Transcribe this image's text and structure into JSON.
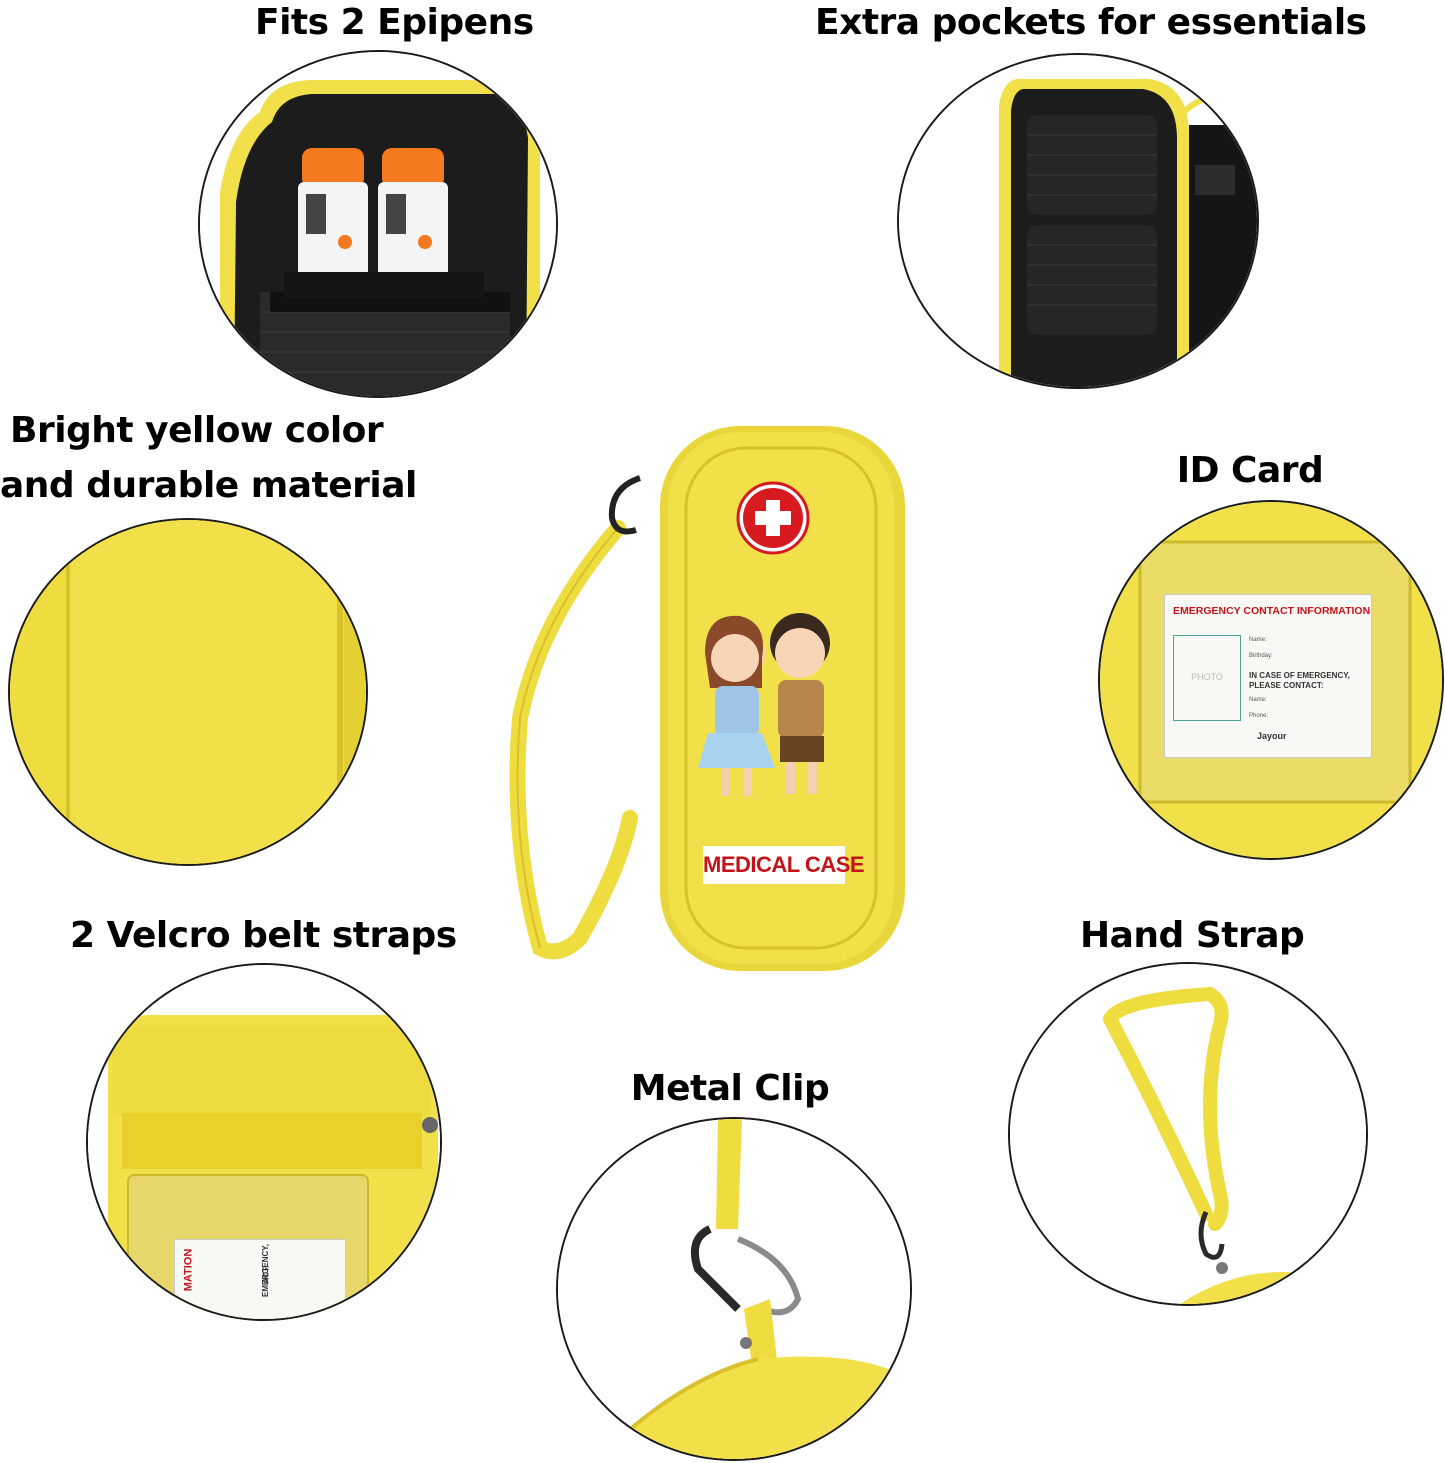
{
  "labels": {
    "epipens": "Fits 2 Epipens",
    "pockets": "Extra pockets for essentials",
    "color_line1": "Bright yellow color",
    "color_line2": "and durable material",
    "id_card": "ID Card",
    "velcro": "2 Velcro belt straps",
    "hand_strap": "Hand Strap",
    "metal_clip": "Metal Clip"
  },
  "case": {
    "label": "MEDICAL CASE"
  },
  "id_card": {
    "title": "EMERGENCY CONTACT INFORMATION",
    "photo": "PHOTO",
    "name": "Name:",
    "birthday": "Birthday:",
    "emergency_line1": "IN CASE OF EMERGENCY,",
    "emergency_line2": "PLEASE CONTACT:",
    "contact_name": "Name:",
    "phone": "Phone:",
    "brand": "Jayour"
  },
  "velcro_card": {
    "title_fragment": "MATION",
    "line1": "EMERGENCY,",
    "line2": "ACT:"
  },
  "colors": {
    "yellow": "#f2e04a",
    "yellow_dark": "#d8c12a",
    "cross_red": "#d71920",
    "label_red": "#c4141a",
    "pen_orange": "#f47a1f",
    "lining_black": "#1c1c1c"
  }
}
